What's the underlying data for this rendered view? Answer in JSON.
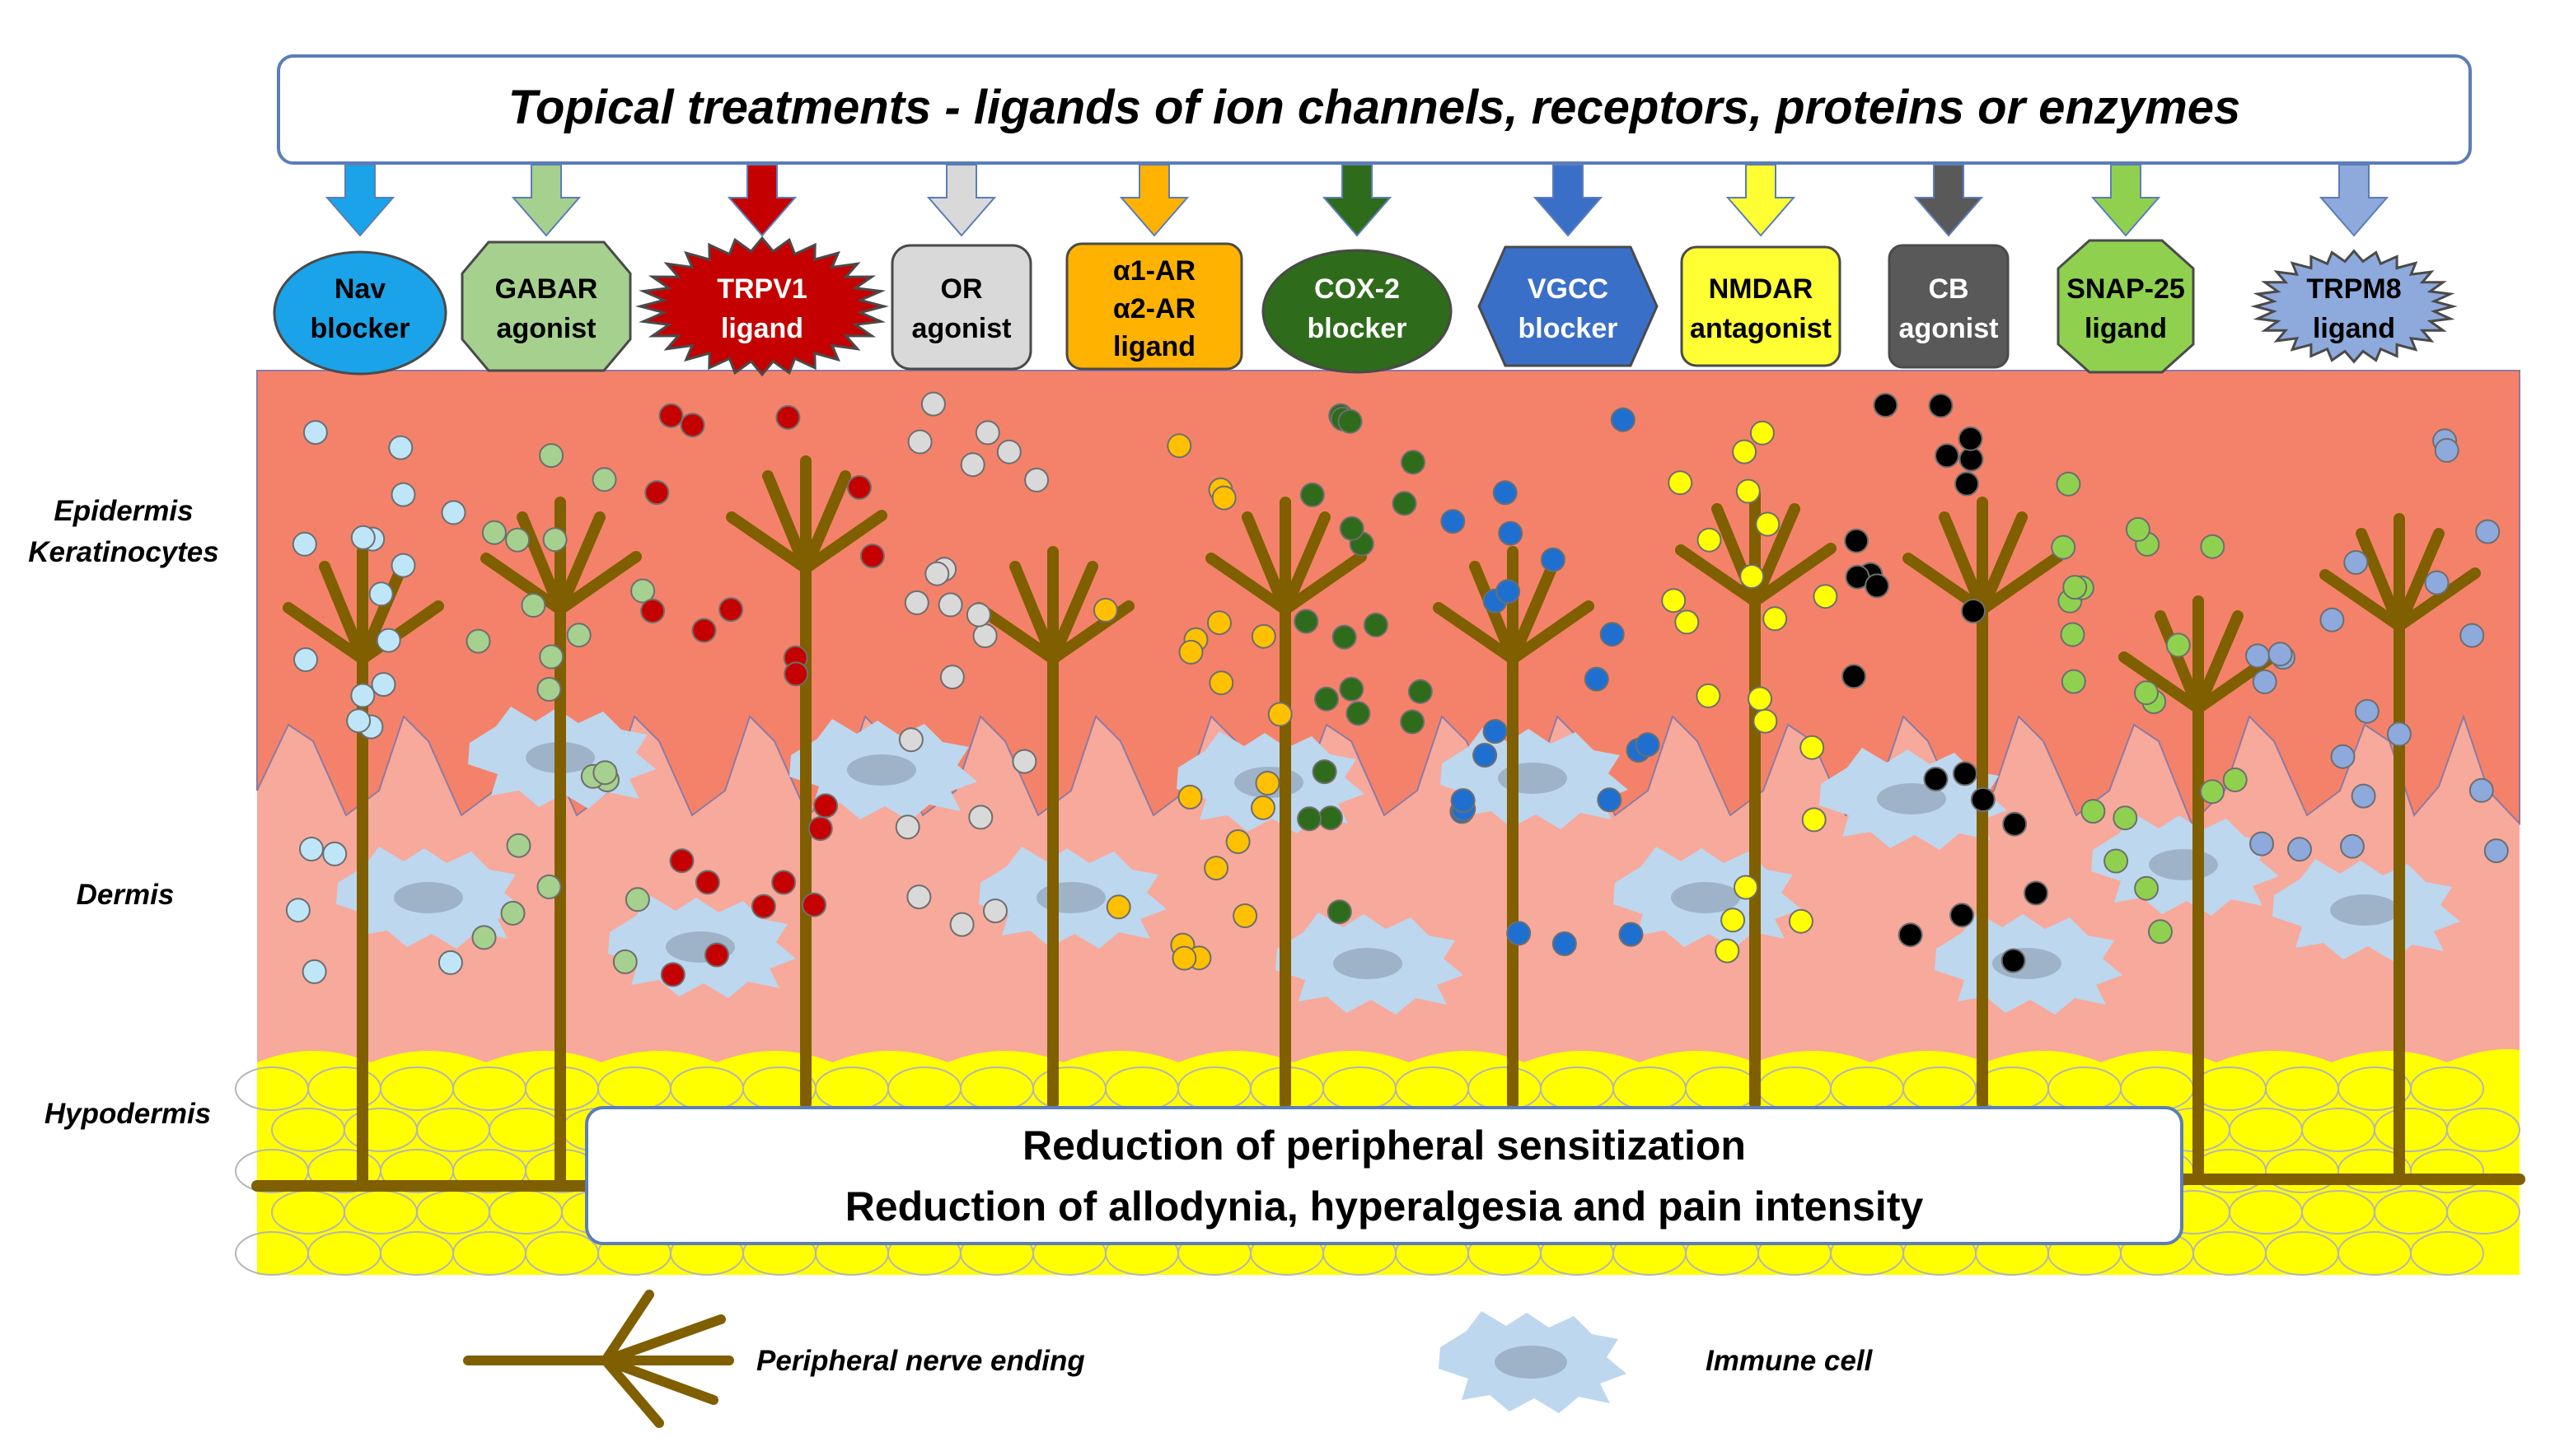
{
  "title": "Topical treatments - ligands of ion channels, receptors, proteins or enzymes",
  "layers": {
    "epidermis": "Epidermis",
    "keratinocytes": "Keratinocytes",
    "dermis": "Dermis",
    "hypodermis": "Hypodermis"
  },
  "treatments": [
    {
      "id": "nav",
      "lines": [
        "Nav",
        "blocker"
      ],
      "color": "#1aa3e8",
      "text": "#000000",
      "dot": "#bfe6f8"
    },
    {
      "id": "gabar",
      "lines": [
        "GABAR",
        "agonist"
      ],
      "color": "#a6d08e",
      "text": "#000000",
      "dot": "#a6d08e"
    },
    {
      "id": "trpv1",
      "lines": [
        "TRPV1",
        "ligand"
      ],
      "color": "#c40000",
      "text": "#ffffff",
      "dot": "#c40000"
    },
    {
      "id": "or",
      "lines": [
        "OR",
        "agonist"
      ],
      "color": "#d9d9d9",
      "text": "#000000",
      "dot": "#d9d9d9"
    },
    {
      "id": "ar",
      "lines": [
        "α1-AR",
        "α2-AR",
        "ligand"
      ],
      "color": "#ffb300",
      "text": "#000000",
      "dot": "#ffc000"
    },
    {
      "id": "cox2",
      "lines": [
        "COX-2",
        "blocker"
      ],
      "color": "#2e6b1a",
      "text": "#ffffff",
      "dot": "#2e6b1a"
    },
    {
      "id": "vgcc",
      "lines": [
        "VGCC",
        "blocker"
      ],
      "color": "#3a6fc8",
      "text": "#ffffff",
      "dot": "#1f6fd0"
    },
    {
      "id": "nmdar",
      "lines": [
        "NMDAR",
        "antagonist"
      ],
      "color": "#ffff33",
      "text": "#000000",
      "dot": "#ffff00"
    },
    {
      "id": "cb",
      "lines": [
        "CB",
        "agonist"
      ],
      "color": "#595959",
      "text": "#ffffff",
      "dot": "#000000"
    },
    {
      "id": "snap25",
      "lines": [
        "SNAP-25",
        "ligand"
      ],
      "color": "#8fd14f",
      "text": "#000000",
      "dot": "#8fd14f"
    },
    {
      "id": "trpm8",
      "lines": [
        "TRPM8",
        "ligand"
      ],
      "color": "#8ea9db",
      "text": "#000000",
      "dot": "#8ea9db"
    }
  ],
  "result": {
    "line1": "Reduction of peripheral sensitization",
    "line2": "Reduction of allodynia, hyperalgesia and pain intensity"
  },
  "legend": {
    "nerve": "Peripheral nerve ending",
    "immune": "Immune cell"
  },
  "colors": {
    "epidermis": "#f4826a",
    "dermis": "#f7a99c",
    "hypodermis": "#ffff00",
    "nerve": "#7f5f00",
    "immune": "#bdd7ee"
  }
}
